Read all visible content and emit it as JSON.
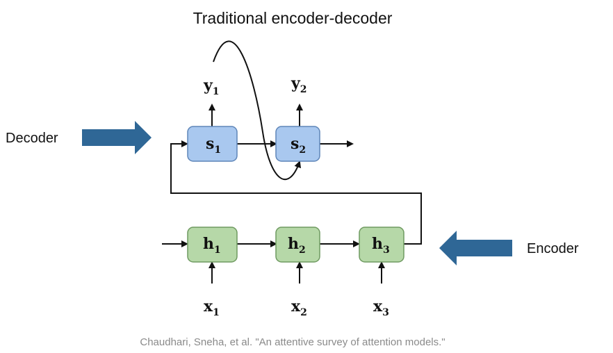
{
  "title": "Traditional encoder-decoder",
  "decoder_label": "Decoder",
  "encoder_label": "Encoder",
  "caption": "Chaudhari, Sneha, et al. \"An attentive survey of attention models.\"",
  "colors": {
    "decoder_fill": "#a9c8ef",
    "decoder_stroke": "#5f86b8",
    "encoder_fill": "#b6d8a8",
    "encoder_stroke": "#6f9a61",
    "big_arrow": "#2f6796"
  },
  "decoder": {
    "states": [
      {
        "base": "s",
        "sub": "1"
      },
      {
        "base": "s",
        "sub": "2"
      }
    ],
    "outputs": [
      {
        "base": "y",
        "sub": "1"
      },
      {
        "base": "y",
        "sub": "2"
      }
    ]
  },
  "encoder": {
    "states": [
      {
        "base": "h",
        "sub": "1"
      },
      {
        "base": "h",
        "sub": "2"
      },
      {
        "base": "h",
        "sub": "3"
      }
    ],
    "inputs": [
      {
        "base": "x",
        "sub": "1"
      },
      {
        "base": "x",
        "sub": "2"
      },
      {
        "base": "x",
        "sub": "3"
      }
    ]
  }
}
